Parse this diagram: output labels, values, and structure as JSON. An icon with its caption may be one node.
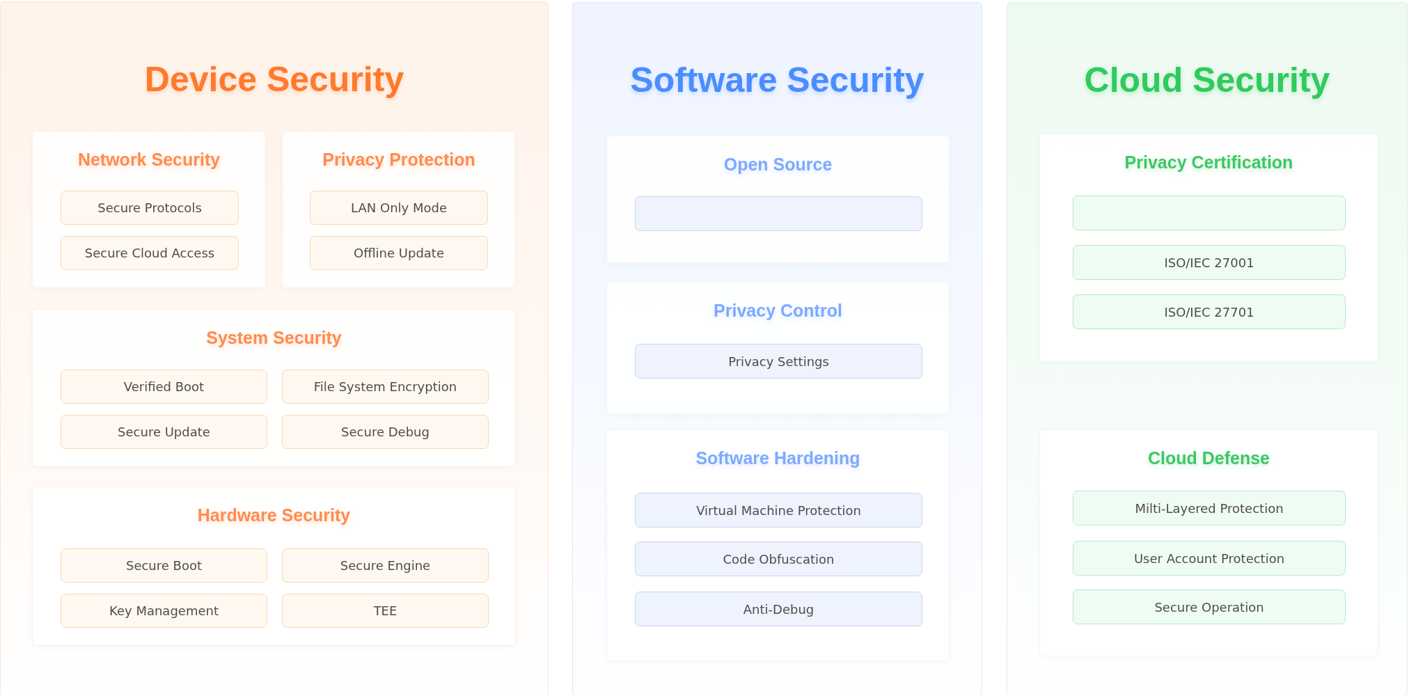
{
  "diagram": {
    "nodes": [
      {
        "text": [
          "Device Security"
        ]
      },
      {
        "text": [
          "Network Security"
        ],
        "in": 0
      },
      {
        "text": [
          "Secure Protocols"
        ],
        "in": 1
      },
      {
        "text": [
          "Secure Cloud Access"
        ],
        "in": 1
      },
      {
        "text": [
          "Privacy Protection"
        ],
        "in": 0
      },
      {
        "text": [
          "LAN Only Mode"
        ],
        "in": 4
      },
      {
        "text": [
          "Offline Update"
        ],
        "in": 4
      },
      {
        "text": [
          "System Security"
        ],
        "in": 0
      },
      {
        "text": [
          "Verified Boot"
        ],
        "in": 7
      },
      {
        "text": [
          "File System Encryption"
        ],
        "in": 7
      },
      {
        "text": [
          "Secure Update"
        ],
        "in": 7
      },
      {
        "text": [
          "Secure Debug"
        ],
        "in": 7
      },
      {
        "text": [
          "Hardware Security"
        ],
        "in": 0
      },
      {
        "text": [
          "Secure Boot"
        ],
        "in": 12
      },
      {
        "text": [
          "Secure Engine"
        ],
        "in": 12
      },
      {
        "text": [
          "Key Management"
        ],
        "in": 12
      },
      {
        "text": [
          "TEE"
        ],
        "in": 12
      },
      {
        "text": [
          "Software Security"
        ]
      },
      {
        "text": [
          "Open Source"
        ],
        "in": 17
      },
      {
        "text": [],
        "shape": "box",
        "in": 18
      },
      {
        "text": [
          "Privacy Control"
        ],
        "in": 17
      },
      {
        "text": [
          "Privacy Settings"
        ],
        "in": 20
      },
      {
        "text": [
          "Software Hardening"
        ],
        "in": 17
      },
      {
        "text": [
          "Virtual Machine Protection"
        ],
        "in": 22
      },
      {
        "text": [
          "Code Obfuscation"
        ],
        "in": 22
      },
      {
        "text": [
          "Anti-Debug"
        ],
        "in": 22
      },
      {
        "text": [
          "Cloud Security"
        ]
      },
      {
        "text": [
          "Privacy Certification"
        ],
        "in": 26
      },
      {
        "text": [],
        "shape": "box",
        "in": 27
      },
      {
        "text": [
          "ISO/IEC 27001"
        ],
        "in": 27
      },
      {
        "text": [
          "ISO/IEC 27701"
        ],
        "in": 27
      },
      {
        "text": [
          "Cloud Defense"
        ],
        "in": 26
      },
      {
        "text": [
          "Milti-Layered Protection"
        ],
        "in": 31
      },
      {
        "text": [
          "User Account Protection"
        ],
        "in": 31
      },
      {
        "text": [
          "Secure Operation"
        ],
        "in": 31
      }
    ],
    "edges": []
  }
}
